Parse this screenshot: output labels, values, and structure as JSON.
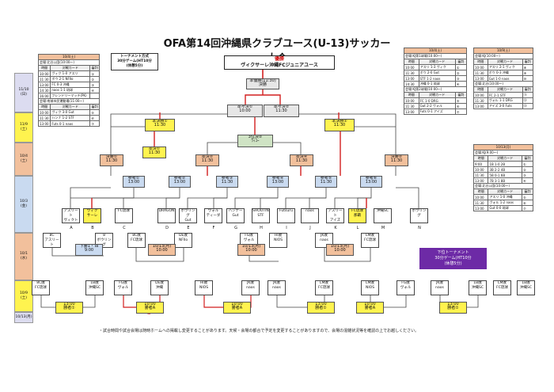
{
  "title": "OFA第14回沖縄県クラブユース(U-13)サッカー大会",
  "header_note": {
    "line1": "トーナメント方式",
    "line2": "30分ゲーム(HT10分",
    "line3": "(休憩5分)"
  },
  "champion": {
    "label": "優勝",
    "team": "ヴィクサーレ沖縄FCジュニアユース"
  },
  "final_match": {
    "line1": "準優勝(11:30)",
    "line2": "決勝"
  },
  "day_labels": [
    {
      "date": "11/10",
      "day": "(日)"
    },
    {
      "date": "11/9",
      "day": "(土)"
    },
    {
      "date": "10/4",
      "day": "(土)"
    },
    {
      "date": "10/3",
      "day": "(金)"
    },
    {
      "date": "10/1",
      "day": "(水)"
    },
    {
      "date": "10/9",
      "day": "(土)"
    },
    {
      "date": "10/13",
      "day": "(月)"
    }
  ],
  "round_sf": [
    {
      "label": "準々決①",
      "sub": "10:00"
    },
    {
      "label": "準々決②",
      "sub": "11:30"
    }
  ],
  "round_qf": [
    {
      "label": "準決勝①",
      "sub": "11:30"
    },
    {
      "label": "3位決②",
      "sub": "ｳｨｺｰ"
    },
    {
      "label": "準決勝②",
      "sub": "11:30"
    }
  ],
  "round_r16": [
    {
      "label": "決勝①",
      "sub": "11:30"
    },
    {
      "label": "準決①",
      "sub": "11:30"
    },
    {
      "label": "準決②",
      "sub": "11:30"
    },
    {
      "label": "準決④",
      "sub": "11:30"
    },
    {
      "label": "決勝②",
      "sub": "11:30"
    }
  ],
  "round_r32": [
    {
      "label": "参考①",
      "sub": "13:00"
    },
    {
      "label": "参考②",
      "sub": "13:00"
    },
    {
      "label": "参考③",
      "sub": "11:30"
    },
    {
      "label": "参考④",
      "sub": "13:00"
    },
    {
      "label": "参考⑤",
      "sub": "11:30"
    },
    {
      "label": "参考⑥",
      "sub": "13:00"
    }
  ],
  "teams_row": [
    {
      "name": "アスリート",
      "sub": "ヴィクトリー",
      "hl": false
    },
    {
      "name": "ヴィク",
      "sub": "サーレ",
      "hl": true
    },
    {
      "name": "FC琉球",
      "sub": "",
      "hl": false
    },
    {
      "name": "DRAGON",
      "sub": "",
      "hl": false
    },
    {
      "name": "ボウリング",
      "sub": "Gut",
      "hl": false
    },
    {
      "name": "ヴォル",
      "sub": "ティーダ",
      "hl": false
    },
    {
      "name": "ハンナー",
      "sub": "Gut",
      "hl": false
    },
    {
      "name": "SHOOTING",
      "sub": "STF",
      "hl": false
    },
    {
      "name": "Futsuru",
      "sub": "",
      "hl": false
    },
    {
      "name": "naos",
      "sub": "",
      "hl": false
    },
    {
      "name": "アスリート",
      "sub": "アイズ",
      "hl": false
    },
    {
      "name": "FC琉球",
      "sub": "那覇",
      "hl": true
    },
    {
      "name": "沖縄SC",
      "sub": "",
      "hl": false
    },
    {
      "name": "ボウリング",
      "sub": "",
      "hl": false
    }
  ],
  "row_letters": [
    "A",
    "B",
    "C",
    "D",
    "E",
    "F",
    "G",
    "H",
    "I",
    "J",
    "K",
    "L",
    "M",
    "N"
  ],
  "lower_teams": [
    {
      "name": "8C",
      "sub": "アスリート"
    },
    {
      "name": "8",
      "sub": "ボウリング"
    },
    {
      "name": "8C敗",
      "sub": "FC琉球"
    },
    {
      "name": "DE敗",
      "sub": "NFIlo"
    },
    {
      "name": "FG敗",
      "sub": "ヴォル"
    },
    {
      "name": "HI敗",
      "sub": "NIOS"
    },
    {
      "name": "JK敗",
      "sub": "naos"
    },
    {
      "name": "LM敗",
      "sub": "FC琉球"
    }
  ],
  "lower_mid": [
    {
      "label": "下勝1・Ta",
      "sub": "9:00"
    },
    {
      "label": "10/13(月)",
      "sub": "10:00"
    },
    {
      "label": "10/13(月)",
      "sub": "10:00"
    },
    {
      "label": "10/13(月)",
      "sub": "10:00"
    }
  ],
  "bottom_teams": [
    {
      "name": "8C敗",
      "sub": "FC琉球"
    },
    {
      "name": "1B敗",
      "sub": "沖縄SC"
    },
    {
      "name": "FG敗",
      "sub": "ヴォル"
    },
    {
      "name": "DE敗",
      "sub": "沖縄"
    },
    {
      "name": "HI敗",
      "sub": "NIOS"
    },
    {
      "name": "JK敗",
      "sub": "naos"
    },
    {
      "name": "JK敗",
      "sub": "naos"
    },
    {
      "name": "LM敗",
      "sub": "FC琉球"
    },
    {
      "name": "LM敗",
      "sub": "NIOS"
    },
    {
      "name": "FG敗",
      "sub": "ヴォル"
    },
    {
      "name": "JK敗",
      "sub": "naos"
    },
    {
      "name": "1B敗",
      "sub": "沖縄SC"
    },
    {
      "name": "LM敗",
      "sub": "FC琉球"
    },
    {
      "name": "1B敗",
      "sub": "沖縄SC"
    }
  ],
  "bottom_matches": [
    {
      "label": "13:00",
      "sub": "勝者①"
    },
    {
      "label": "10:00",
      "sub": "勝者A"
    },
    {
      "label": "10:00",
      "sub": "勝者A"
    },
    {
      "label": "13:00",
      "sub": "勝者①"
    },
    {
      "label": "10:00",
      "sub": "勝者A"
    },
    {
      "label": "13:00",
      "sub": "勝者①"
    }
  ],
  "lower_legend": {
    "line1": "下位トーナメント",
    "line2": "30分ゲーム(HT10分",
    "line3": "(休憩5分)"
  },
  "footnote": "・試合時間や試合会場は随時ホームへの掲載し変更することがあります。天候・会場の都合で予定を変更することがありますので、会場の混雑状況等を確認の上でお越しください。",
  "left_sched": {
    "head": "10/4(土)",
    "sub1": "会場:北谷公園(10:00〜)",
    "cols": [
      "時間",
      "対戦カード",
      "審判"
    ],
    "rows": [
      [
        "10:00",
        "ヴィク 1-0 アスリ",
        "①"
      ],
      [
        "11:30",
        "ボウ 2-1 NFIlo",
        "②"
      ],
      [
        "13:00",
        "FC 0-3 沖縄",
        "③"
      ],
      [
        "14:30",
        "naos 1-1 琉球",
        "④"
      ],
      [
        "16:00",
        "フレンドリーマッチ(PK)",
        ""
      ]
    ],
    "sub2": "会場:南城市民運動場(11:00〜)",
    "rows2": [
      [
        "10:00",
        "ヴィク 3-0 Gut",
        "⑤"
      ],
      [
        "11:30",
        "ハンナ 1-2 STF",
        "⑥"
      ],
      [
        "13:00",
        "Futs 0-1 naos",
        "⑦"
      ]
    ]
  },
  "right_sched1": {
    "head": "10/4(土)",
    "sub1": "会場:KJ第1球場(10:00〜)",
    "cols": [
      "時間",
      "対戦カード",
      "審判"
    ],
    "rows": [
      [
        "10:00",
        "アスリ 1-3 ヴィク",
        "①"
      ],
      [
        "11:30",
        "ボウ 2-0 Gut",
        "②"
      ],
      [
        "13:00",
        "STF 1-2 naos",
        "③"
      ],
      [
        "14:30",
        "沖縄 0-1 琉球",
        "④"
      ]
    ],
    "sub2": "会場:KJ第2球場(10:00〜)",
    "rows2": [
      [
        "10:00",
        "FC 1-0 DRG",
        "⑤"
      ],
      [
        "11:30",
        "Gut 2-2 ヴォル",
        "⑥"
      ],
      [
        "13:00",
        "Futs 0-1 アイズ",
        "⑦"
      ]
    ]
  },
  "right_sched2": {
    "head": "10/9(土)",
    "sub1": "会場:KJ(10:00〜)",
    "cols": [
      "時間",
      "対戦カード",
      "審判"
    ],
    "rows": [
      [
        "10:00",
        "アスリ 2-1 ヴィク",
        "⑧"
      ],
      [
        "11:30",
        "ボウ 0-3 沖縄",
        "⑨"
      ],
      [
        "13:00",
        "Gut 1-0 naos",
        "⑩"
      ]
    ],
    "sub2": "会場:北谷(10:00〜)",
    "rows2": [
      [
        "10:00",
        "FC 2-1 STF",
        "⑪"
      ],
      [
        "11:30",
        "ヴォル 1-1 DRG",
        "⑫"
      ],
      [
        "13:00",
        "アイズ 3-0 Futs",
        "⑬"
      ]
    ]
  },
  "right_sched3": {
    "head": "10/13(月)",
    "sub1": "会場:KJ(9:00〜)",
    "cols": [
      "時間",
      "対戦カード",
      "審判"
    ],
    "rows": [
      [
        "9:00",
        "1B 1-0 2B",
        "①"
      ],
      [
        "10:00",
        "3B 2-2 4B",
        "②"
      ],
      [
        "11:30",
        "5B 0-1 6B",
        "③"
      ],
      [
        "13:00",
        "7B 3-1 8B",
        "④"
      ]
    ],
    "sub2": "会場:北谷公園(10:00〜)",
    "rows2": [
      [
        "10:00",
        "アスリ 1-0 沖縄",
        "⑤"
      ],
      [
        "11:30",
        "ヴォル 1-2 naos",
        "⑥"
      ],
      [
        "13:00",
        "Gut 0-0 琉球",
        "⑦"
      ]
    ]
  }
}
